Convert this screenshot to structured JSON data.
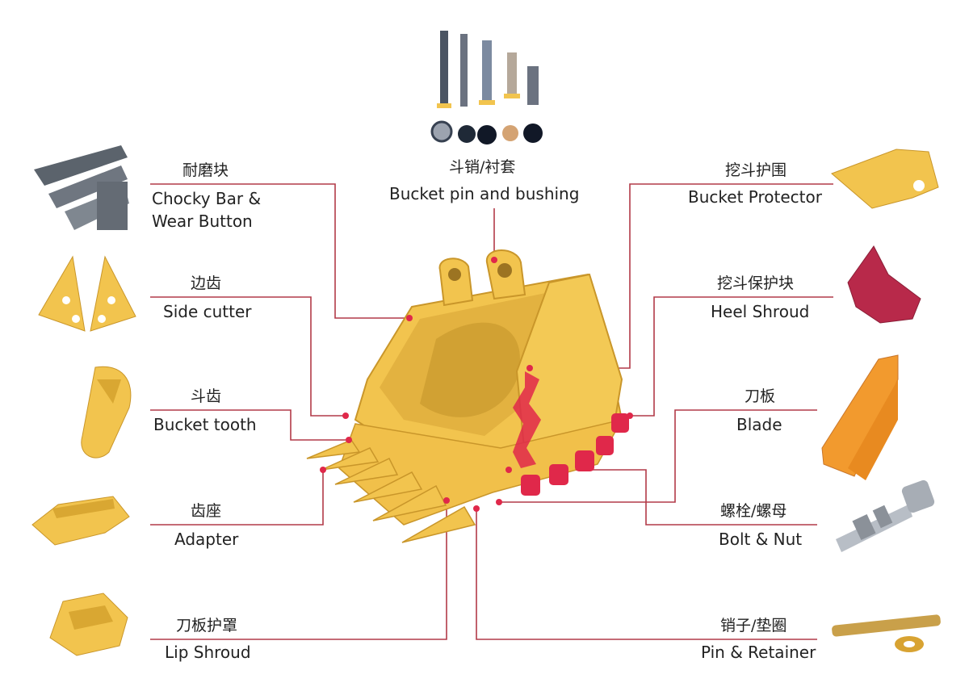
{
  "parts": {
    "chocky_bar": {
      "zh": "耐磨块",
      "en_line1": "Chocky Bar &",
      "en_line2": "Wear Button"
    },
    "side_cutter": {
      "zh": "边齿",
      "en": "Side cutter"
    },
    "bucket_tooth": {
      "zh": "斗齿",
      "en": "Bucket tooth"
    },
    "adapter": {
      "zh": "齿座",
      "en": "Adapter"
    },
    "lip_shroud": {
      "zh": "刀板护罩",
      "en": "Lip Shroud"
    },
    "bucket_pin": {
      "zh": "斗销/衬套",
      "en": "Bucket pin and bushing"
    },
    "bucket_protector": {
      "zh": "挖斗护围",
      "en": "Bucket Protector"
    },
    "heel_shroud": {
      "zh": "挖斗保护块",
      "en": "Heel Shroud"
    },
    "blade": {
      "zh": "刀板",
      "en": "Blade"
    },
    "bolt_nut": {
      "zh": "螺栓/螺母",
      "en": "Bolt & Nut"
    },
    "pin_retainer": {
      "zh": "销子/垫圈",
      "en": "Pin & Retainer"
    }
  },
  "colors": {
    "leader_line": "#b23a48",
    "bucket_yellow": "#f2c44e",
    "bucket_shadow": "#d9a732",
    "heel_red": "#e0284a",
    "steel_grey": "#6f7680"
  }
}
